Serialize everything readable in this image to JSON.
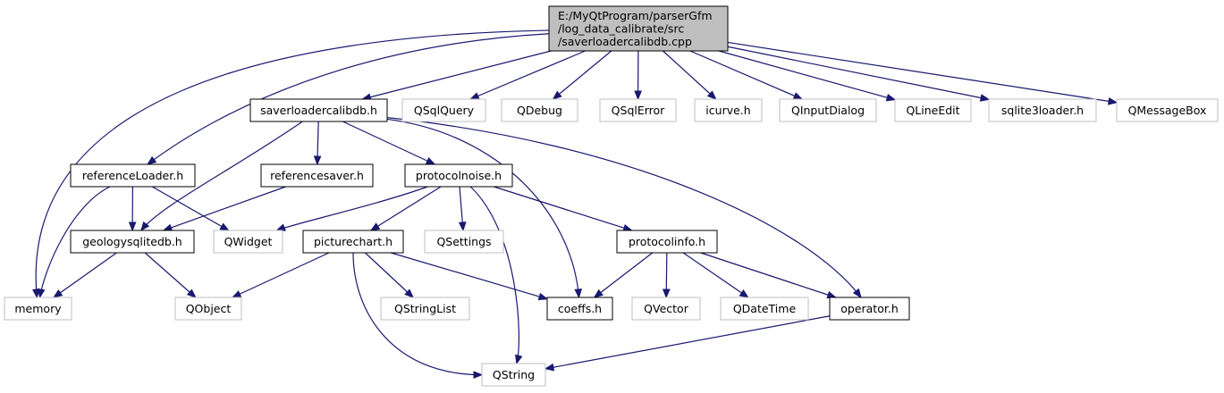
{
  "colors": {
    "edge": "#191970",
    "root_fill": "#bfbfbf",
    "root_border": "#000000",
    "documented_border": "#000000",
    "external_border": "#bfbfbf",
    "external_text": "#808080",
    "node_fill": "#ffffff"
  },
  "nodes": [
    {
      "id": "root",
      "kind": "root",
      "lines": [
        "E:/MyQtProgram/parserGfm",
        "/log_data_calibrate/src",
        "/saverloadercalibdb.cpp"
      ]
    },
    {
      "id": "saverloadercalibdb_h",
      "kind": "documented",
      "lines": [
        "saverloadercalibdb.h"
      ]
    },
    {
      "id": "QSqlQuery",
      "kind": "external",
      "lines": [
        "QSqlQuery"
      ]
    },
    {
      "id": "QDebug",
      "kind": "external",
      "lines": [
        "QDebug"
      ]
    },
    {
      "id": "QSqlError",
      "kind": "external",
      "lines": [
        "QSqlError"
      ]
    },
    {
      "id": "icurve_h",
      "kind": "external",
      "lines": [
        "icurve.h"
      ]
    },
    {
      "id": "QInputDialog",
      "kind": "external",
      "lines": [
        "QInputDialog"
      ]
    },
    {
      "id": "QLineEdit",
      "kind": "external",
      "lines": [
        "QLineEdit"
      ]
    },
    {
      "id": "sqlite3loader_h",
      "kind": "external",
      "lines": [
        "sqlite3loader.h"
      ]
    },
    {
      "id": "QMessageBox",
      "kind": "external",
      "lines": [
        "QMessageBox"
      ]
    },
    {
      "id": "referenceLoader_h",
      "kind": "documented",
      "lines": [
        "referenceLoader.h"
      ]
    },
    {
      "id": "referencesaver_h",
      "kind": "documented",
      "lines": [
        "referencesaver.h"
      ]
    },
    {
      "id": "protocolnoise_h",
      "kind": "documented",
      "lines": [
        "protocolnoise.h"
      ]
    },
    {
      "id": "geologysqlitedb_h",
      "kind": "documented",
      "lines": [
        "geologysqlitedb.h"
      ]
    },
    {
      "id": "QWidget",
      "kind": "external",
      "lines": [
        "QWidget"
      ]
    },
    {
      "id": "picturechart_h",
      "kind": "documented",
      "lines": [
        "picturechart.h"
      ]
    },
    {
      "id": "QSettings",
      "kind": "external",
      "lines": [
        "QSettings"
      ]
    },
    {
      "id": "protocolinfo_h",
      "kind": "documented",
      "lines": [
        "protocolinfo.h"
      ]
    },
    {
      "id": "memory",
      "kind": "external",
      "lines": [
        "memory"
      ]
    },
    {
      "id": "QObject",
      "kind": "external",
      "lines": [
        "QObject"
      ]
    },
    {
      "id": "QStringList",
      "kind": "external",
      "lines": [
        "QStringList"
      ]
    },
    {
      "id": "coeffs_h",
      "kind": "documented",
      "lines": [
        "coeffs.h"
      ]
    },
    {
      "id": "QVector",
      "kind": "external",
      "lines": [
        "QVector"
      ]
    },
    {
      "id": "QDateTime",
      "kind": "external",
      "lines": [
        "QDateTime"
      ]
    },
    {
      "id": "operator_h",
      "kind": "documented",
      "lines": [
        "operator.h"
      ]
    },
    {
      "id": "QString",
      "kind": "external",
      "lines": [
        "QString"
      ]
    }
  ],
  "edges": [
    {
      "from": "root",
      "to": "saverloadercalibdb_h"
    },
    {
      "from": "root",
      "to": "QSqlQuery"
    },
    {
      "from": "root",
      "to": "QDebug"
    },
    {
      "from": "root",
      "to": "QSqlError"
    },
    {
      "from": "root",
      "to": "icurve_h"
    },
    {
      "from": "root",
      "to": "QInputDialog"
    },
    {
      "from": "root",
      "to": "QLineEdit"
    },
    {
      "from": "root",
      "to": "sqlite3loader_h"
    },
    {
      "from": "root",
      "to": "QMessageBox"
    },
    {
      "from": "root",
      "to": "referenceLoader_h"
    },
    {
      "from": "root",
      "to": "memory"
    },
    {
      "from": "saverloadercalibdb_h",
      "to": "referencesaver_h"
    },
    {
      "from": "saverloadercalibdb_h",
      "to": "protocolnoise_h"
    },
    {
      "from": "saverloadercalibdb_h",
      "to": "geologysqlitedb_h"
    },
    {
      "from": "saverloadercalibdb_h",
      "to": "coeffs_h"
    },
    {
      "from": "saverloadercalibdb_h",
      "to": "operator_h"
    },
    {
      "from": "referenceLoader_h",
      "to": "geologysqlitedb_h"
    },
    {
      "from": "referenceLoader_h",
      "to": "QWidget"
    },
    {
      "from": "referenceLoader_h",
      "to": "memory"
    },
    {
      "from": "referencesaver_h",
      "to": "geologysqlitedb_h"
    },
    {
      "from": "protocolnoise_h",
      "to": "QWidget"
    },
    {
      "from": "protocolnoise_h",
      "to": "picturechart_h"
    },
    {
      "from": "protocolnoise_h",
      "to": "QSettings"
    },
    {
      "from": "protocolnoise_h",
      "to": "protocolinfo_h"
    },
    {
      "from": "protocolnoise_h",
      "to": "QString"
    },
    {
      "from": "geologysqlitedb_h",
      "to": "memory"
    },
    {
      "from": "geologysqlitedb_h",
      "to": "QObject"
    },
    {
      "from": "picturechart_h",
      "to": "QObject"
    },
    {
      "from": "picturechart_h",
      "to": "QStringList"
    },
    {
      "from": "picturechart_h",
      "to": "coeffs_h"
    },
    {
      "from": "picturechart_h",
      "to": "QString"
    },
    {
      "from": "protocolinfo_h",
      "to": "coeffs_h"
    },
    {
      "from": "protocolinfo_h",
      "to": "QVector"
    },
    {
      "from": "protocolinfo_h",
      "to": "QDateTime"
    },
    {
      "from": "protocolinfo_h",
      "to": "operator_h"
    },
    {
      "from": "operator_h",
      "to": "QString"
    }
  ]
}
